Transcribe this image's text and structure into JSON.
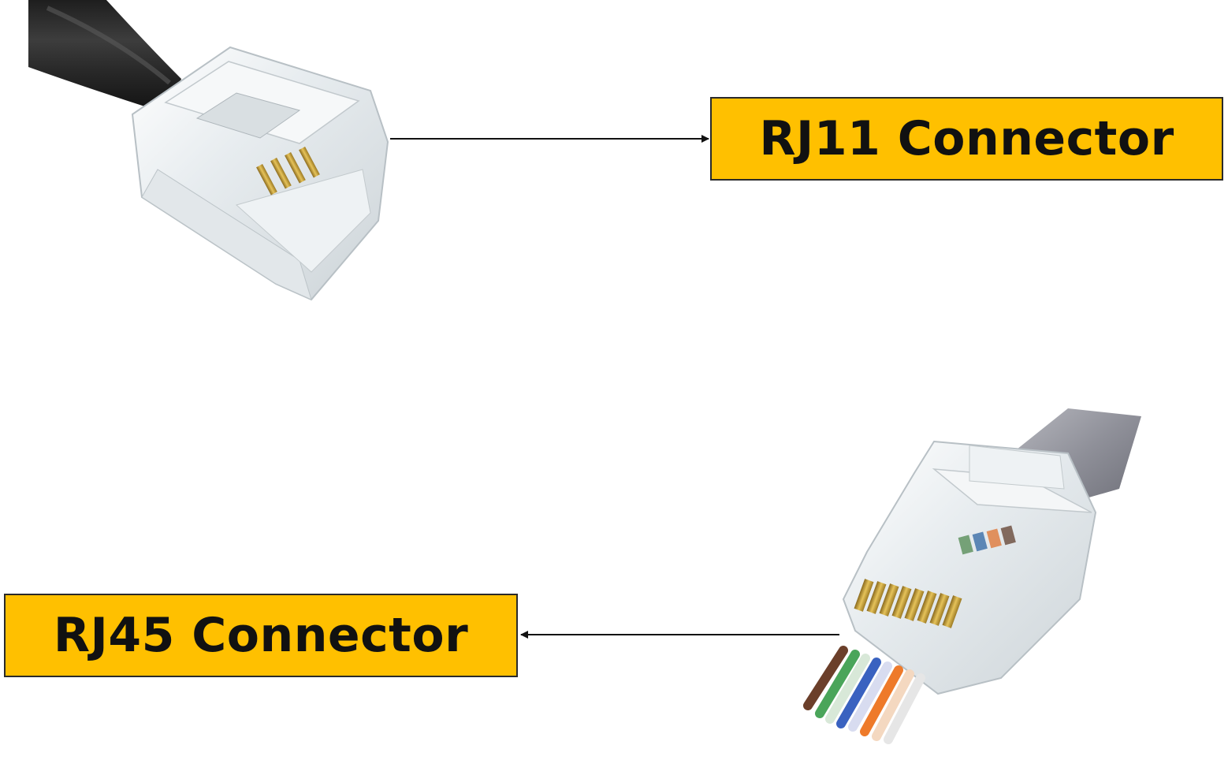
{
  "labels": {
    "rj11": "RJ11 Connector",
    "rj45": "RJ45 Connector"
  },
  "colors": {
    "label_background": "#FFC000",
    "label_text": "#111111",
    "arrow": "#111111",
    "rj11_cable": "#2b2b2b",
    "rj45_cable": "#9a9ba3",
    "plug_body": "#e9eef1",
    "contact_gold": "#c9a23a"
  },
  "icons": {
    "rj11": "rj11-plug-photo",
    "rj45": "rj45-plug-photo"
  }
}
